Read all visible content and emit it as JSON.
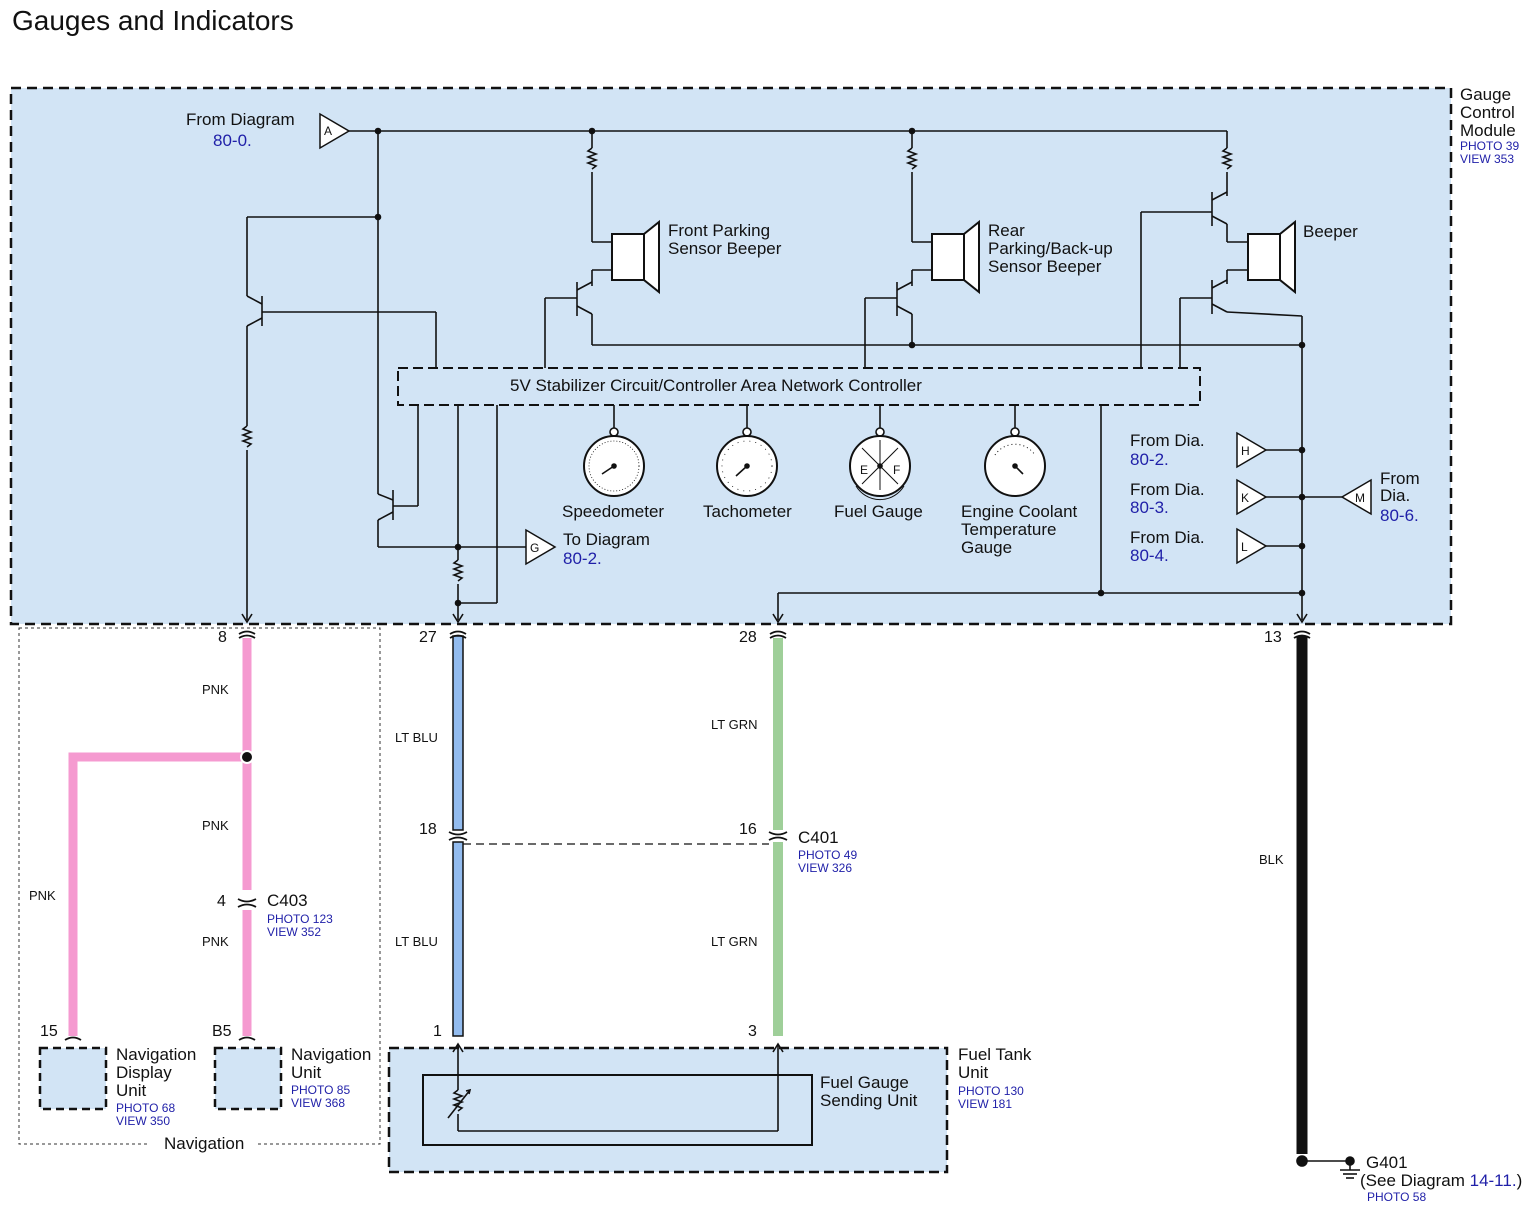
{
  "title": "Gauges and Indicators",
  "colors": {
    "module_fill": "#d2e4f5",
    "pink": "#f59ad0",
    "light_blue": "#93bcef",
    "light_green": "#9fcf99",
    "black": "#111111",
    "ref_blue": "#1f1fa8"
  },
  "module": {
    "name": [
      "Gauge",
      "Control",
      "Module"
    ],
    "photo": "PHOTO 39",
    "view": "VIEW 353"
  },
  "from_a": {
    "text": "From Diagram",
    "ref": "80-0.",
    "letter": "A"
  },
  "to_g": {
    "text": "To Diagram",
    "ref": "80-2.",
    "letter": "G"
  },
  "stabilizer": "5V Stabilizer Circuit/Controller Area Network Controller",
  "beepers": {
    "front": [
      "Front Parking",
      "Sensor Beeper"
    ],
    "rear": [
      "Rear",
      "Parking/Back-up",
      "Sensor Beeper"
    ],
    "beeper": "Beeper"
  },
  "gauges": {
    "speedometer": "Speedometer",
    "tachometer": "Tachometer",
    "fuel": "Fuel Gauge",
    "fuel_e": "E",
    "fuel_f": "F",
    "coolant": [
      "Engine Coolant",
      "Temperature",
      "Gauge"
    ]
  },
  "from_dia": [
    {
      "text": "From Dia.",
      "ref": "80-2.",
      "letter": "H"
    },
    {
      "text": "From Dia.",
      "ref": "80-3.",
      "letter": "K"
    },
    {
      "text": "From Dia.",
      "ref": "80-4.",
      "letter": "L"
    }
  ],
  "from_m": {
    "text": [
      "From",
      "Dia."
    ],
    "ref": "80-6.",
    "letter": "M"
  },
  "pins": {
    "p8": "8",
    "p27": "27",
    "p28": "28",
    "p13": "13",
    "p18": "18",
    "p16": "16",
    "p4": "4",
    "p15": "15",
    "pB5": "B5",
    "p1": "1",
    "p3": "3"
  },
  "wires": {
    "pnk": "PNK",
    "lt_blu": "LT BLU",
    "lt_grn": "LT GRN",
    "blk": "BLK"
  },
  "c403": {
    "name": "C403",
    "photo": "PHOTO 123",
    "view": "VIEW 352"
  },
  "c401": {
    "name": "C401",
    "photo": "PHOTO 49",
    "view": "VIEW 326"
  },
  "nav_display": {
    "name": [
      "Navigation",
      "Display",
      "Unit"
    ],
    "photo": "PHOTO 68",
    "view": "VIEW 350"
  },
  "nav_unit": {
    "name": [
      "Navigation",
      "Unit"
    ],
    "photo": "PHOTO 85",
    "view": "VIEW 368"
  },
  "navigation_group": "Navigation",
  "fuel_tank": {
    "name": [
      "Fuel Tank",
      "Unit"
    ],
    "photo": "PHOTO 130",
    "view": "VIEW 181"
  },
  "sending_unit": [
    "Fuel Gauge",
    "Sending Unit"
  ],
  "ground": {
    "name": "G401",
    "see": "(See Diagram",
    "ref": "14-11.",
    "close": ")",
    "photo": "PHOTO 58"
  }
}
